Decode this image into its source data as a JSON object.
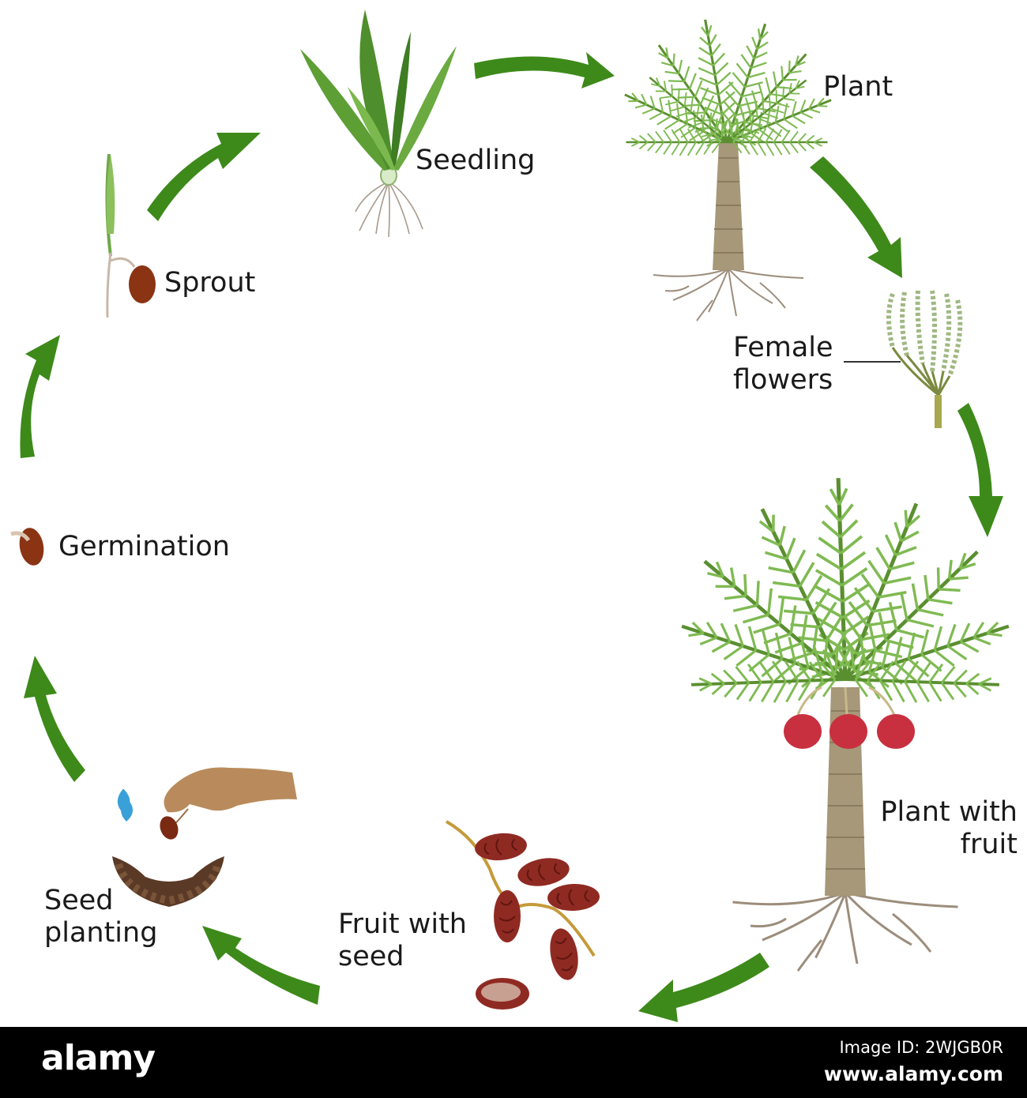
{
  "stages": {
    "plant": "Plant",
    "female_flowers_1": "Female",
    "female_flowers_2": "flowers",
    "plant_fruit_1": "Plant with",
    "plant_fruit_2": "fruit",
    "fruit_seed_1": "Fruit with",
    "fruit_seed_2": "seed",
    "seed_planting_1": "Seed",
    "seed_planting_2": "planting",
    "germination": "Germination",
    "sprout": "Sprout",
    "seedling": "Seedling"
  },
  "banner": {
    "brand": "alamy",
    "image_id_line": "Image ID: 2WJGB0R",
    "site": "www.alamy.com"
  },
  "colors": {
    "arrow": "#3d8a1a",
    "leaf": "#6fa84a",
    "trunk": "#a69878",
    "fruit": "#8f2a22",
    "seed": "#7a2a12",
    "root": "#9c8d7c",
    "skin": "#b98b5c",
    "water": "#3aa0d8"
  },
  "icons": [
    "cycle-arrow-icon",
    "palm-tree-icon",
    "flower-cluster-icon",
    "date-fruit-icon",
    "hand-icon",
    "water-drop-icon",
    "seed-icon",
    "sprout-icon",
    "seedling-icon"
  ]
}
